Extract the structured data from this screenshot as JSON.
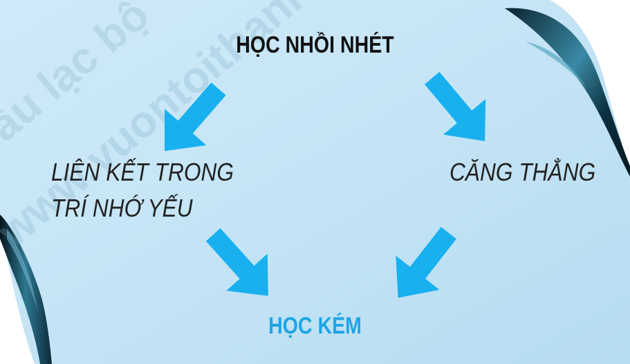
{
  "diagram": {
    "nodes": {
      "top": "HỌC NHỒI NHÉT",
      "left_line1": "LIÊN KẾT TRONG",
      "left_line2": "TRÍ NHỚ YẾU",
      "right": "CĂNG THẲNG",
      "bottom": "HỌC KÉM"
    },
    "edges": [
      {
        "from": "HỌC NHỒI NHÉT",
        "to": "LIÊN KẾT TRONG TRÍ NHỚ YẾU"
      },
      {
        "from": "HỌC NHỒI NHÉT",
        "to": "CĂNG THẲNG"
      },
      {
        "from": "LIÊN KẾT TRONG TRÍ NHỚ YẾU",
        "to": "HỌC KÉM"
      },
      {
        "from": "CĂNG THẲNG",
        "to": "HỌC KÉM"
      }
    ]
  },
  "watermark": {
    "text": "www.vuontoithanhcong.com",
    "text2": "câu lạc bộ"
  },
  "colors": {
    "paper": "#c5e5f6",
    "arrow": "#18b0ee",
    "accent_text": "#1ca6e6",
    "curl_dark": "#0a2a3a",
    "curl_mid": "#2d6d86"
  }
}
